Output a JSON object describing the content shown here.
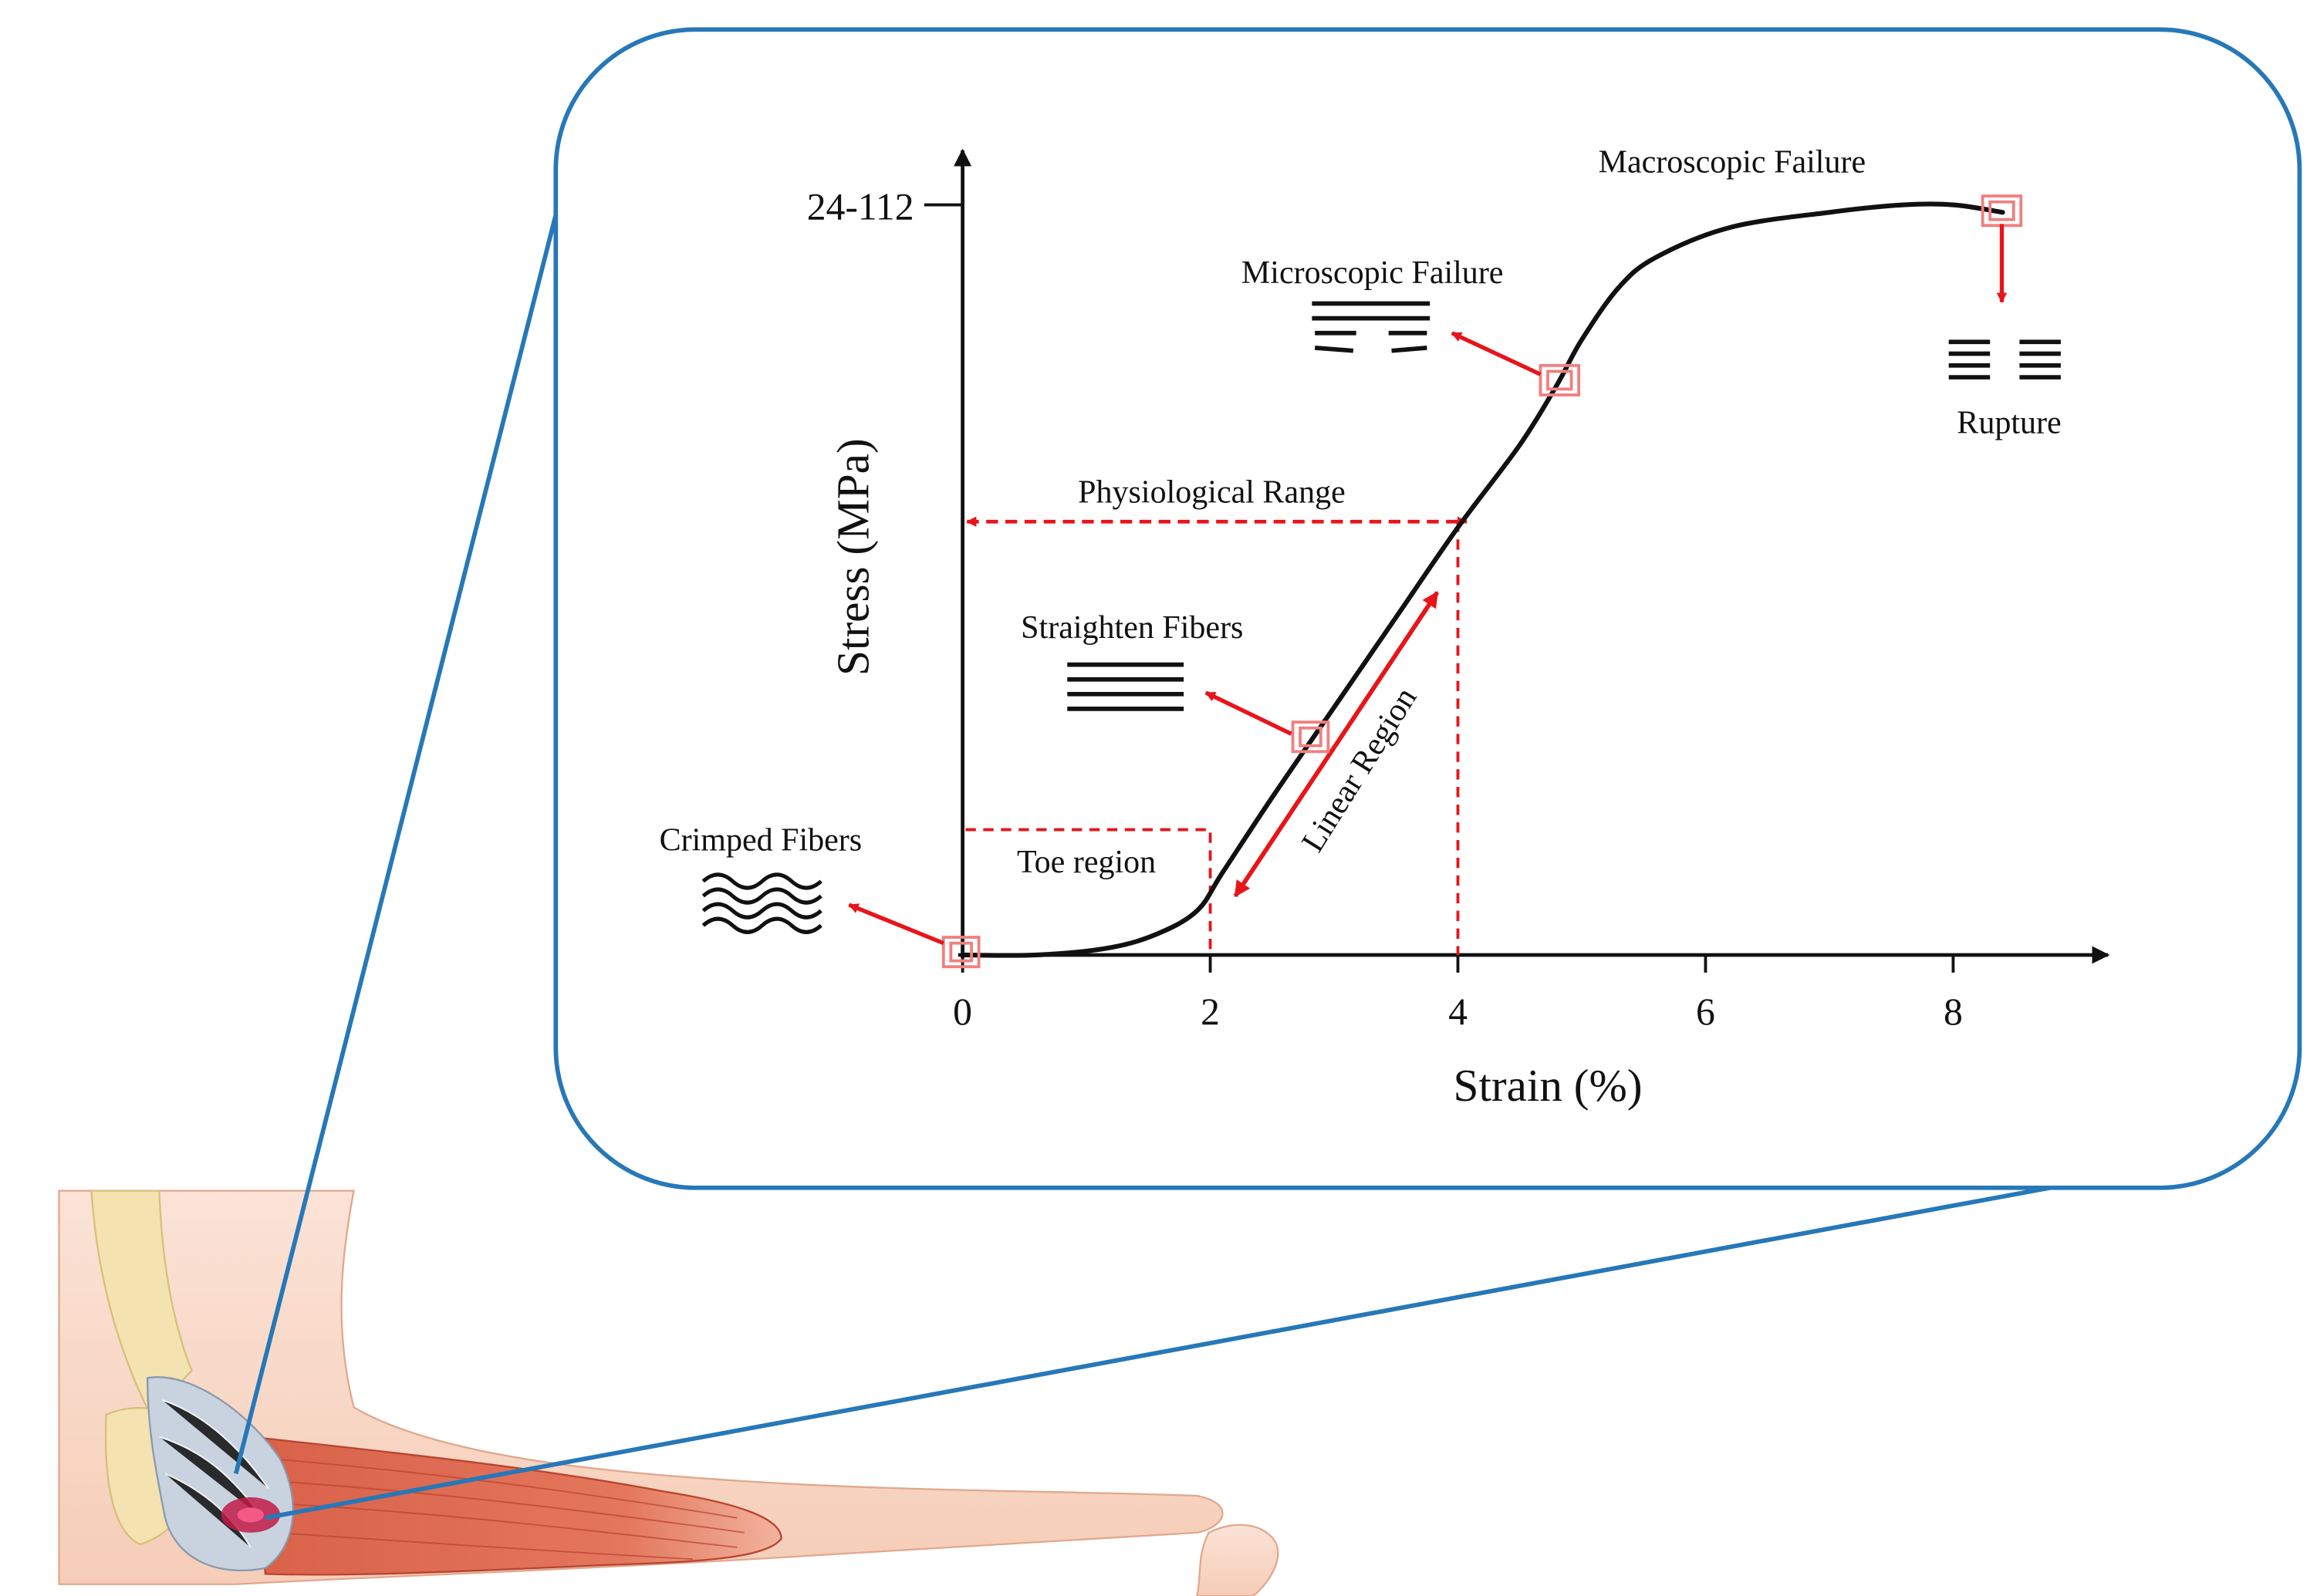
{
  "figure": {
    "y_max_label": "24-112",
    "x_ticks": [
      "0",
      "2",
      "4",
      "6",
      "8"
    ],
    "x_axis_title": "Strain (%)",
    "y_axis_title": "Stress (MPa)",
    "labels": {
      "macroscopic_failure": "Macroscopic Failure",
      "microscopic_failure": "Microscopic Failure",
      "rupture": "Rupture",
      "physiological_range": "Physiological Range",
      "straighten_fibers": "Straighten Fibers",
      "linear_region": "Linear Region",
      "crimped_fibers": "Crimped Fibers",
      "toe_region": "Toe region"
    },
    "colors": {
      "frame": "#2678b8",
      "curve": "#111111",
      "annotation": "#e8141b",
      "marker": "#f08080"
    }
  },
  "chart_data": {
    "type": "line",
    "title": "",
    "xlabel": "Strain (%)",
    "ylabel": "Stress (MPa)",
    "xlim": [
      0,
      9
    ],
    "x_ticks": [
      0,
      2,
      4,
      6,
      8
    ],
    "y_max_label": "24-112",
    "series": [
      {
        "x": [
          0,
          0.6,
          1.2,
          1.6,
          1.9,
          2.1,
          2.5,
          3.0,
          3.5,
          4.0,
          4.5,
          4.8,
          5.0,
          5.3,
          5.6,
          6.2,
          7.0,
          7.6,
          8.0,
          8.4
        ],
        "y": [
          0.0,
          0.0,
          0.01,
          0.03,
          0.06,
          0.11,
          0.21,
          0.33,
          0.45,
          0.57,
          0.68,
          0.76,
          0.82,
          0.89,
          0.93,
          0.97,
          0.99,
          1.0,
          1.0,
          0.99
        ]
      }
    ],
    "regions": [
      {
        "label": "Toe region",
        "x_range": [
          0,
          2
        ]
      },
      {
        "label": "Physiological Range",
        "x_range": [
          0,
          4
        ]
      },
      {
        "label": "Linear Region",
        "x_range": [
          2,
          4
        ]
      }
    ],
    "annotations": [
      "Crimped Fibers",
      "Straighten Fibers",
      "Microscopic Failure",
      "Macroscopic Failure",
      "Rupture"
    ],
    "grid": false,
    "legend": "none"
  }
}
